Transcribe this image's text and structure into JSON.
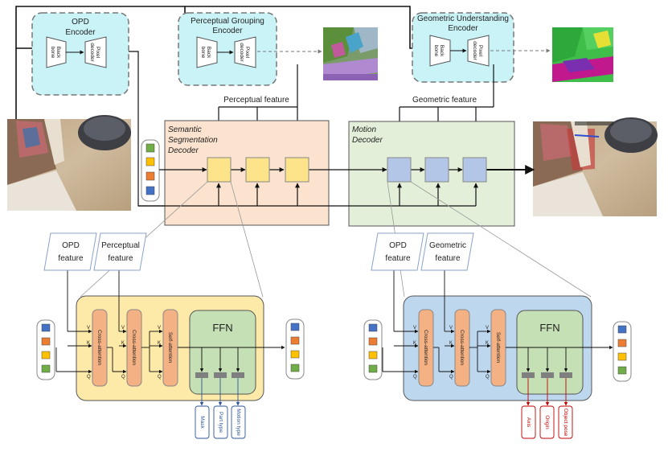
{
  "encoders": {
    "opd": {
      "title_line1": "OPD",
      "title_line2": "Encoder"
    },
    "perceptual": {
      "title_line1": "Perceptual Grouping",
      "title_line2": "Encoder"
    },
    "geometric": {
      "title_line1": "Geometric Understanding",
      "title_line2": "Encoder"
    },
    "backbone_line1": "Back",
    "backbone_line2": "bone",
    "pixel_line1": "Pixel",
    "pixel_line2": "decoder"
  },
  "features": {
    "perceptual_top": "Perceptual feature",
    "geometric_top": "Geometric feature",
    "opd_line1": "OPD",
    "opd_line2": "feature",
    "perceptual_line1": "Perceptual",
    "perceptual_line2": "feature",
    "geometric_line1": "Geometric",
    "geometric_line2": "feature"
  },
  "decoders": {
    "semantic_line1": "Semantic",
    "semantic_line2": "Segmentation",
    "semantic_line3": "Decoder",
    "motion_line1": "Motion",
    "motion_line2": "Decoder"
  },
  "layers": {
    "cross_attention": "Cross-attention",
    "self_attention": "Self-attention",
    "ffn": "FFN",
    "q": "Q",
    "k": "K",
    "v": "V"
  },
  "outputs_left": [
    "Mask",
    "Part type",
    "Motion type"
  ],
  "outputs_right": [
    "Axis",
    "Origin",
    "Object pose"
  ],
  "colors": {
    "encoder_fill": "#c9f3f7",
    "semantic_fill": "#fbe3cf",
    "motion_fill": "#e3efd9",
    "query_yellow": "#fde38a",
    "query_blue": "#b4c6e7",
    "attention": "#f4b183",
    "ffn_fill": "#c5e0b4",
    "detail_left": "#fde9a8",
    "detail_right": "#bdd7ee",
    "token_green": "#70ad47",
    "token_orange": "#ed7d31",
    "token_yellow": "#ffc000",
    "token_blue": "#4472c4"
  }
}
